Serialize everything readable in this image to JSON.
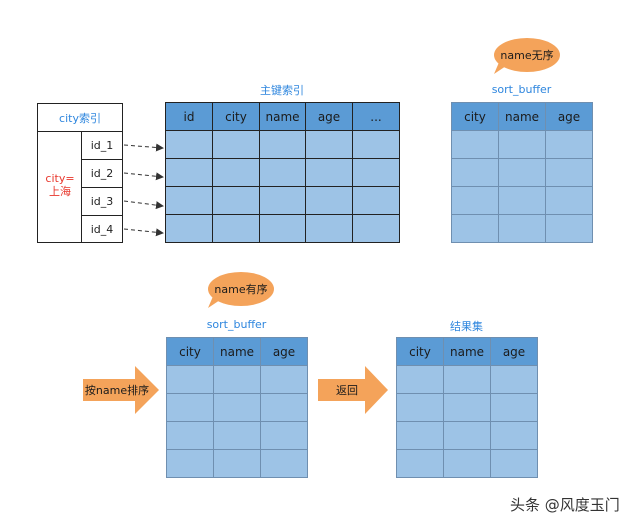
{
  "index_block": {
    "title": "city索引",
    "key_label_line1": "city=",
    "key_label_line2": "上海",
    "ids": [
      "id_1",
      "id_2",
      "id_3",
      "id_4"
    ]
  },
  "primary_index": {
    "title": "主键索引",
    "columns": [
      "id",
      "city",
      "name",
      "age",
      "..."
    ]
  },
  "sort_buffer_unsorted": {
    "title": "sort_buffer",
    "bubble": "name无序",
    "columns": [
      "city",
      "name",
      "age"
    ]
  },
  "sort_buffer_sorted": {
    "title": "sort_buffer",
    "bubble": "name有序",
    "columns": [
      "city",
      "name",
      "age"
    ]
  },
  "result_set": {
    "title": "结果集",
    "columns": [
      "city",
      "name",
      "age"
    ]
  },
  "arrows": {
    "sort_by_name": "按name排序",
    "return": "返回"
  },
  "watermark": "头条 @风度玉门",
  "colors": {
    "header_fill": "#5b9bd5",
    "cell_fill": "#9dc3e6",
    "bubble_fill": "#f4a35a",
    "title_blue": "#2e86de",
    "key_red": "#e8372c"
  }
}
